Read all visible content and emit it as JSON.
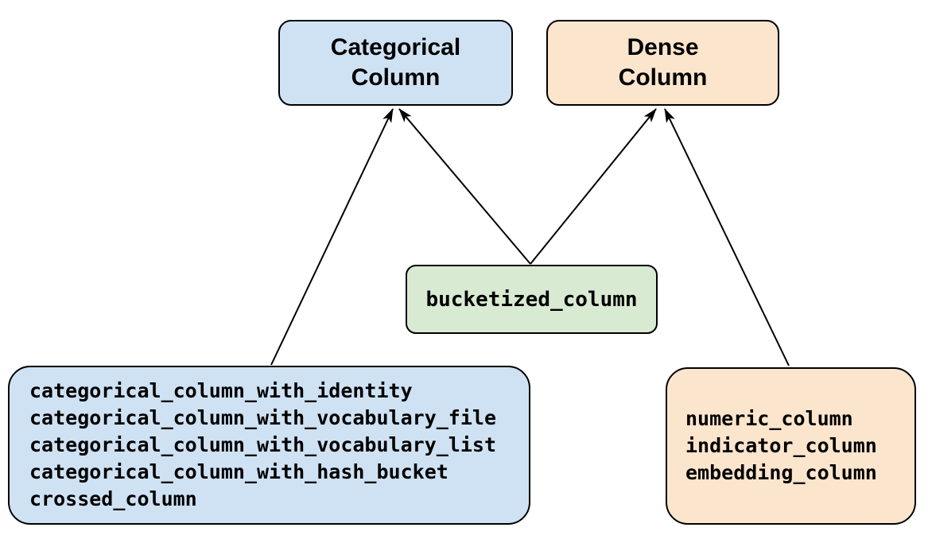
{
  "diagram": {
    "background": "#ffffff",
    "border_color": "#000000",
    "arrow_color": "#000000",
    "nodes": {
      "categorical_column": {
        "label": "Categorical\nColumn",
        "fill": "#cfe2f3"
      },
      "dense_column": {
        "label": "Dense\nColumn",
        "fill": "#fce5cd"
      },
      "bucketized_column": {
        "label": "bucketized_column",
        "fill": "#d9ead3"
      },
      "categorical_functions": {
        "items": [
          "categorical_column_with_identity",
          "categorical_column_with_vocabulary_file",
          "categorical_column_with_vocabulary_list",
          "categorical_column_with_hash_bucket",
          "crossed_column"
        ],
        "fill": "#cfe2f3"
      },
      "dense_functions": {
        "items": [
          "numeric_column",
          "indicator_column",
          "embedding_column"
        ],
        "fill": "#fce5cd"
      }
    },
    "edges": [
      {
        "from": "categorical_functions",
        "to": "categorical_column"
      },
      {
        "from": "bucketized_column",
        "to": "categorical_column"
      },
      {
        "from": "bucketized_column",
        "to": "dense_column"
      },
      {
        "from": "dense_functions",
        "to": "dense_column"
      }
    ]
  }
}
